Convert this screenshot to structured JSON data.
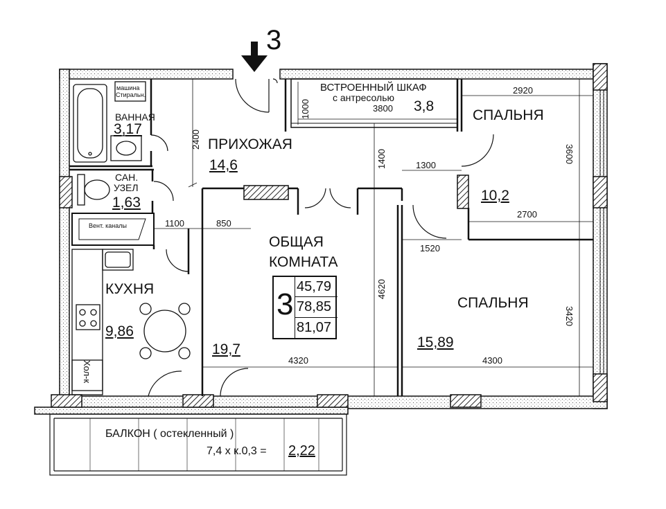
{
  "entrance_number": "3",
  "rooms": {
    "bathroom": {
      "name": "ВАННАЯ",
      "area": "3,17",
      "washer_line1": "машина",
      "washer_line2": "Стиральн."
    },
    "wc": {
      "name_line1": "САН.",
      "name_line2": "УЗЕЛ",
      "area": "1,63"
    },
    "hallway": {
      "name": "ПРИХОЖАЯ",
      "area": "14,6"
    },
    "closet": {
      "name": "ВСТРОЕННЫЙ  ШКАФ",
      "subtitle": "с  антресолью",
      "area": "3,8"
    },
    "bedroom1": {
      "name": "СПАЛЬНЯ",
      "area": "10,2"
    },
    "living": {
      "name_line1": "ОБЩАЯ",
      "name_line2": "КОМНАТА",
      "area": "19,7"
    },
    "kitchen": {
      "name": "КУХНЯ",
      "area": "9,86",
      "fridge": "Хол-к"
    },
    "bedroom2": {
      "name": "СПАЛЬНЯ",
      "area": "15,89"
    },
    "ducts": {
      "name": "Вент. каналы"
    },
    "balcony": {
      "name": "БАЛКОН  ( остекленный )",
      "formula": "7,4  х к.0,3 =",
      "area": "2,22"
    }
  },
  "summary": {
    "rooms_count": "3",
    "areas": [
      "45,79",
      "78,85",
      "81,07"
    ]
  },
  "dimensions": {
    "d2400": "2400",
    "d1000": "1000",
    "d3800": "3800",
    "d2920": "2920",
    "d1400": "1400",
    "d1300": "1300",
    "d3600": "3600",
    "d2700": "2700",
    "d1100": "1100",
    "d850": "850",
    "d1520": "1520",
    "d4620": "4620",
    "d3420": "3420",
    "d4320": "4320",
    "d4300": "4300"
  }
}
